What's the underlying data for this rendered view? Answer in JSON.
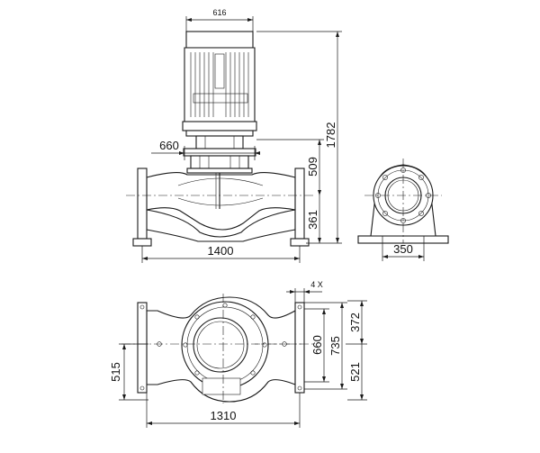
{
  "dimensions": {
    "motor_width": "616",
    "flange_width": "660",
    "total_height": "1782",
    "upper_height": "509",
    "lower_height": "361",
    "side_length": "1400",
    "base_width": "350",
    "holes": "4 X",
    "plan_width": "660",
    "plan_total": "735",
    "plan_upper": "372",
    "plan_lower": "521",
    "plan_left": "515",
    "plan_length": "1310"
  }
}
